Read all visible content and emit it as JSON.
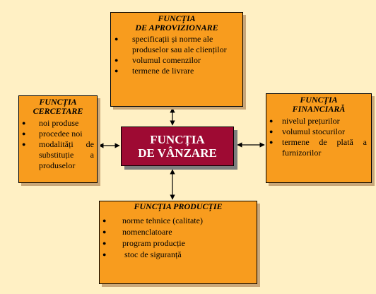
{
  "colors": {
    "background": "#fff0c4",
    "box_fill": "#f89c1e",
    "center_fill": "#9e0a33",
    "center_text": "#ffffff"
  },
  "center": {
    "line1": "FUNCȚIA",
    "line2": "DE VÂNZARE"
  },
  "boxes": {
    "aprovizionare": {
      "title_line1": "FUNCȚIA",
      "title_line2": "DE APROVIZIONARE",
      "items": [
        "specificații și norme ale produselor sau ale clienților",
        "volumul comenzilor",
        "termene de livrare"
      ]
    },
    "cercetare": {
      "title_line1": "FUNCȚIA",
      "title_line2": "CERCETARE",
      "items": [
        "noi produse",
        "procedee noi",
        "modalități de substituție a produselor"
      ]
    },
    "financiara": {
      "title_line1": "FUNCȚIA",
      "title_line2": "FINANCIARĂ",
      "items": [
        "nivelul prețurilor",
        "volumul stocurilor",
        "termene de plată a furnizorilor"
      ]
    },
    "productie": {
      "title": "FUNCȚIA PRODUCȚIE",
      "items": [
        "norme tehnice (calitate)",
        "nomenclatoare",
        "program producție",
        " stoc de siguranță"
      ]
    }
  }
}
